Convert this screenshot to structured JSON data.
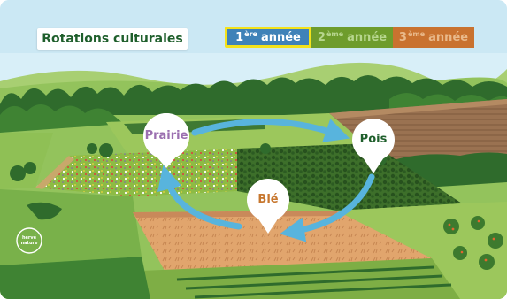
{
  "title": "Rotations culturales",
  "tabs": [
    {
      "num": "1",
      "sup": "ère",
      "label": "année",
      "active": true
    },
    {
      "num": "2",
      "sup": "ème",
      "label": "année",
      "active": false
    },
    {
      "num": "3",
      "sup": "ème",
      "label": "année",
      "active": false
    }
  ],
  "crops": {
    "prairie": "Prairie",
    "pois": "Pois",
    "ble": "Blé"
  },
  "logo": {
    "line1": "hervé",
    "line2": "nature"
  },
  "colors": {
    "title_text": "#1f5f2c",
    "tab_active": "#3f82b8",
    "tab_active_border": "#f4e21a",
    "tab_2": "#6e9c2c",
    "tab_3": "#c9722f",
    "arrow": "#58b4dd",
    "prairie_label": "#9b6fb0",
    "pois_label": "#1f5f2c",
    "ble_label": "#c7772f"
  },
  "icons": {
    "cycle": "rotation-arrows-icon",
    "pin": "location-pin-icon",
    "logo": "herve-nature-logo-icon"
  }
}
